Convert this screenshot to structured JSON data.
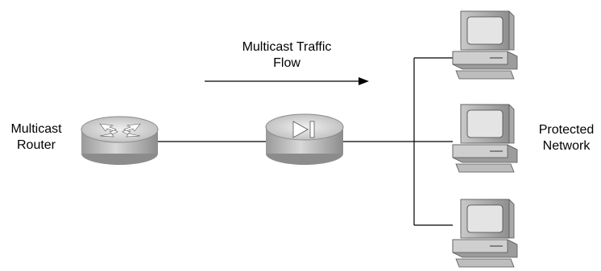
{
  "labels": {
    "traffic_flow_line1": "Multicast Traffic",
    "traffic_flow_line2": "Flow",
    "router_line1": "Multicast",
    "router_line2": "Router",
    "network_line1": "Protected",
    "network_line2": "Network"
  },
  "icons": {
    "router": "router-icon",
    "firewall": "firewall-icon",
    "workstation": "workstation-icon"
  },
  "colors": {
    "device_light": "#dcdcdc",
    "device_mid": "#b4b4b4",
    "device_dark": "#8a8a8a",
    "line": "#000000"
  }
}
